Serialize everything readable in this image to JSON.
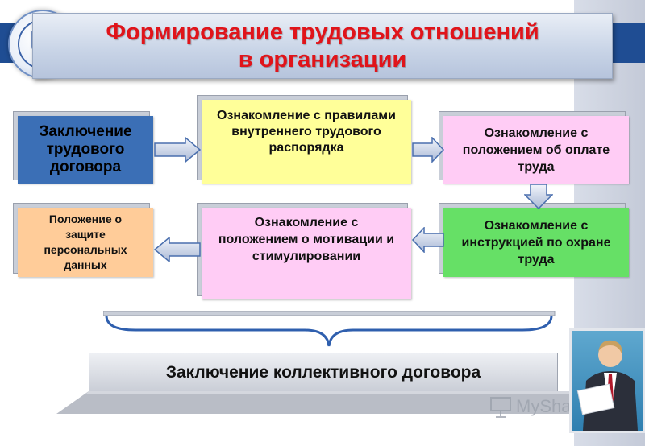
{
  "title": "Формирование трудовых отношений в организации",
  "steps": {
    "contract": [
      "Заключение",
      "трудового",
      "договора"
    ],
    "rules": [
      "Ознакомление с правилами",
      "внутреннего трудового",
      "распорядка"
    ],
    "pay": [
      "Ознакомление с",
      "положением об оплате",
      "труда"
    ],
    "safety": [
      "Ознакомление с",
      "инструкцией по охране",
      "труда"
    ],
    "motivation": [
      "Ознакомление с",
      "положением о мотивации и",
      "стимулировании"
    ],
    "personal_data": [
      "Положение о",
      "защите",
      "персональных",
      "данных"
    ]
  },
  "collective": "Заключение коллективного договора",
  "watermark": "MyShared",
  "colors": {
    "blue_box": "#3b6fb6",
    "yellow_box": "#ffff99",
    "pink_box": "#ffccf5",
    "green_box": "#66e066",
    "orange_box": "#ffcc99",
    "title_red": "#e0141a",
    "brace": "#2f5fae"
  },
  "icons": [
    "seal-emblem",
    "presentation-board-icon",
    "businessman-photo"
  ]
}
